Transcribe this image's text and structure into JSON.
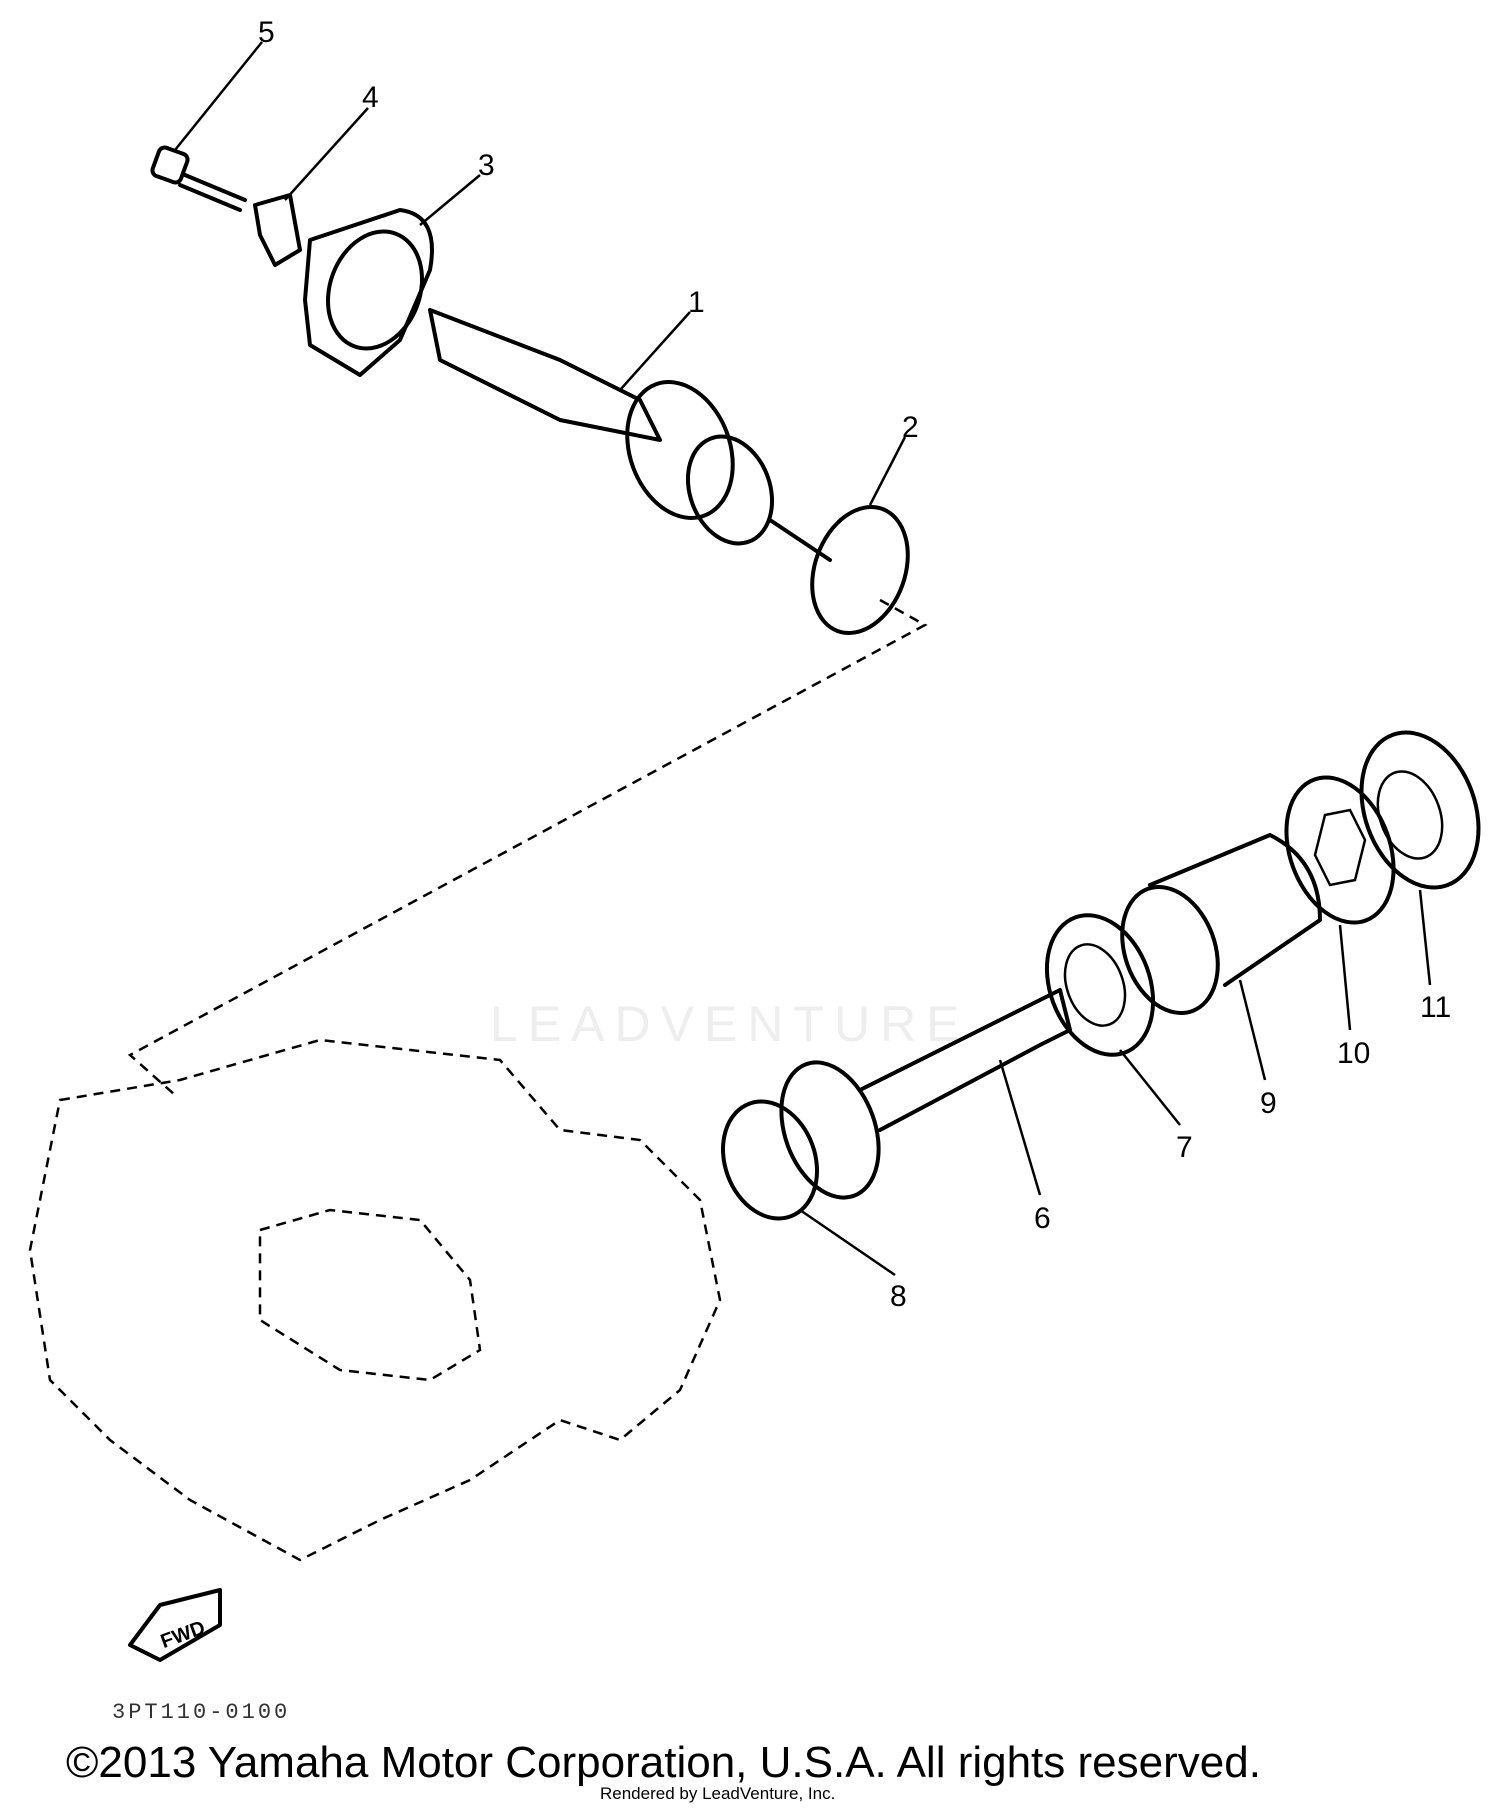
{
  "diagram": {
    "callouts": [
      "1",
      "2",
      "3",
      "4",
      "5",
      "6",
      "7",
      "8",
      "9",
      "10",
      "11"
    ],
    "direction_label": "FWD",
    "drawing_code": "3PT110-0100",
    "watermark": "LEADVENTURE"
  },
  "footer": {
    "copyright": "©2013 Yamaha Motor Corporation, U.S.A. All rights reserved.",
    "rendered_by": "Rendered by LeadVenture, Inc."
  }
}
